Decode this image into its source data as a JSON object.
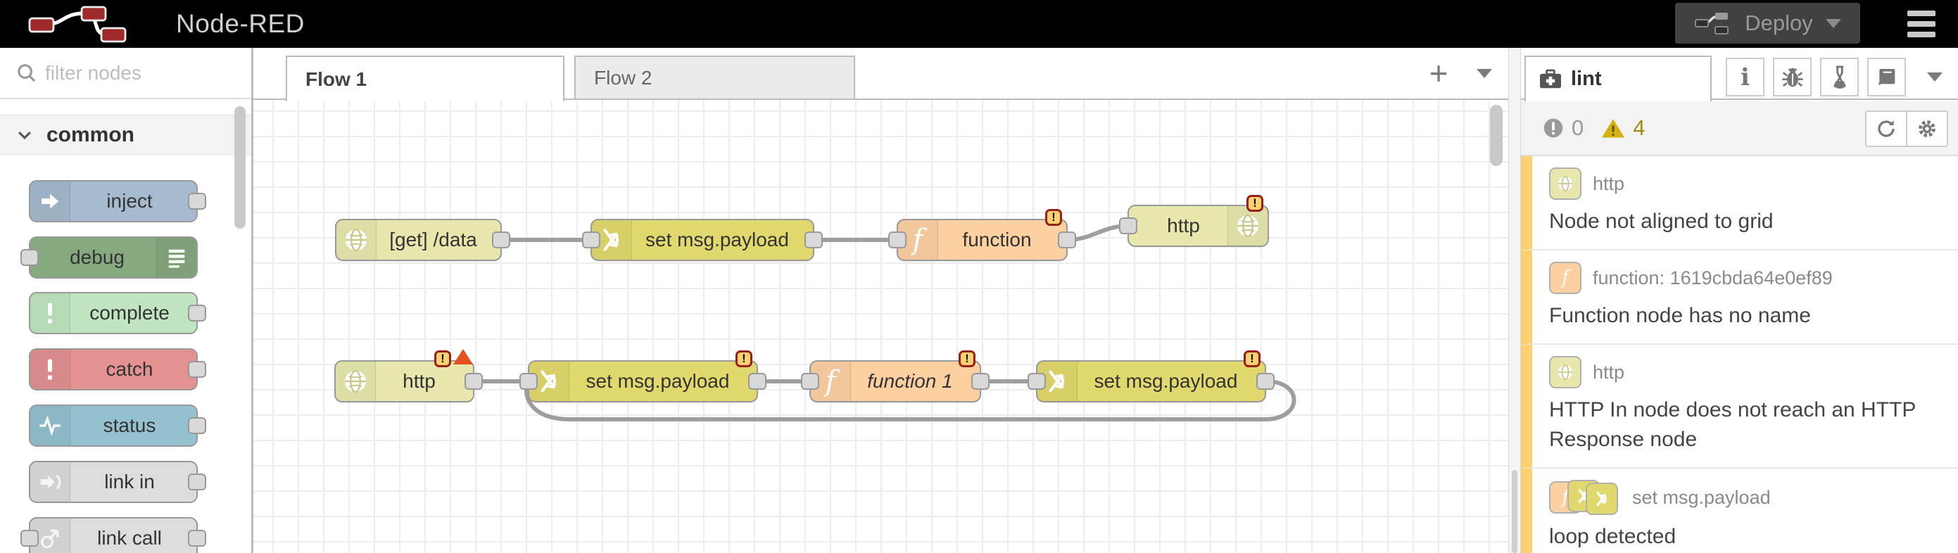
{
  "header": {
    "app_title": "Node-RED",
    "deploy_label": "Deploy"
  },
  "palette": {
    "search_placeholder": "filter nodes",
    "category_label": "common",
    "nodes": [
      {
        "label": "inject",
        "color": "#a6bbcf"
      },
      {
        "label": "debug",
        "color": "#87a980"
      },
      {
        "label": "complete",
        "color": "#c0e5c0"
      },
      {
        "label": "catch",
        "color": "#e49191"
      },
      {
        "label": "status",
        "color": "#94c1d0"
      },
      {
        "label": "link in",
        "color": "#dddddd"
      },
      {
        "label": "link call",
        "color": "#dddddd"
      }
    ]
  },
  "workspace": {
    "tabs": [
      {
        "label": "Flow 1",
        "active": true
      },
      {
        "label": "Flow 2",
        "active": false
      }
    ],
    "add_tab_glyph": "+",
    "badge_char": "!"
  },
  "flow": {
    "row1": [
      {
        "label": "[get] /data",
        "type": "http in",
        "color": "#e7e7ae"
      },
      {
        "label": "set msg.payload",
        "type": "change",
        "color": "#e2d96e"
      },
      {
        "label": "function",
        "type": "function",
        "color": "#fdd0a2",
        "warning": true
      },
      {
        "label": "http",
        "type": "http response",
        "color": "#e7e7ae",
        "warning": true
      }
    ],
    "row2": [
      {
        "label": "http",
        "type": "http in",
        "color": "#e7e7ae",
        "warning": true,
        "error": true
      },
      {
        "label": "set msg.payload",
        "type": "change",
        "color": "#e2d96e",
        "warning": true
      },
      {
        "label": "function 1",
        "type": "function",
        "color": "#fdd0a2",
        "warning": true
      },
      {
        "label": "set msg.payload",
        "type": "change",
        "color": "#e2d96e",
        "warning": true
      }
    ]
  },
  "sidebar": {
    "active_tab_label": "lint",
    "error_count": "0",
    "warning_count": "4",
    "issues": [
      {
        "node": "http",
        "message": "Node not aligned to grid"
      },
      {
        "node": "function: 1619cbda64e0ef89",
        "message": "Function node has no name"
      },
      {
        "node": "http",
        "message": "HTTP In node does not reach an HTTP Response node"
      },
      {
        "node": "set msg.payload",
        "message": "loop detected"
      }
    ]
  },
  "colors": {
    "header_bg": "#000000",
    "node_border": "#999999",
    "wire": "#9e9e9e",
    "warning_badge_fill": "#fbd170",
    "warning_badge_border": "#97201a",
    "error_triangle": "#e4501e",
    "lint_stripe": "#fdcf71",
    "logo_red": "#9e2a2b"
  }
}
